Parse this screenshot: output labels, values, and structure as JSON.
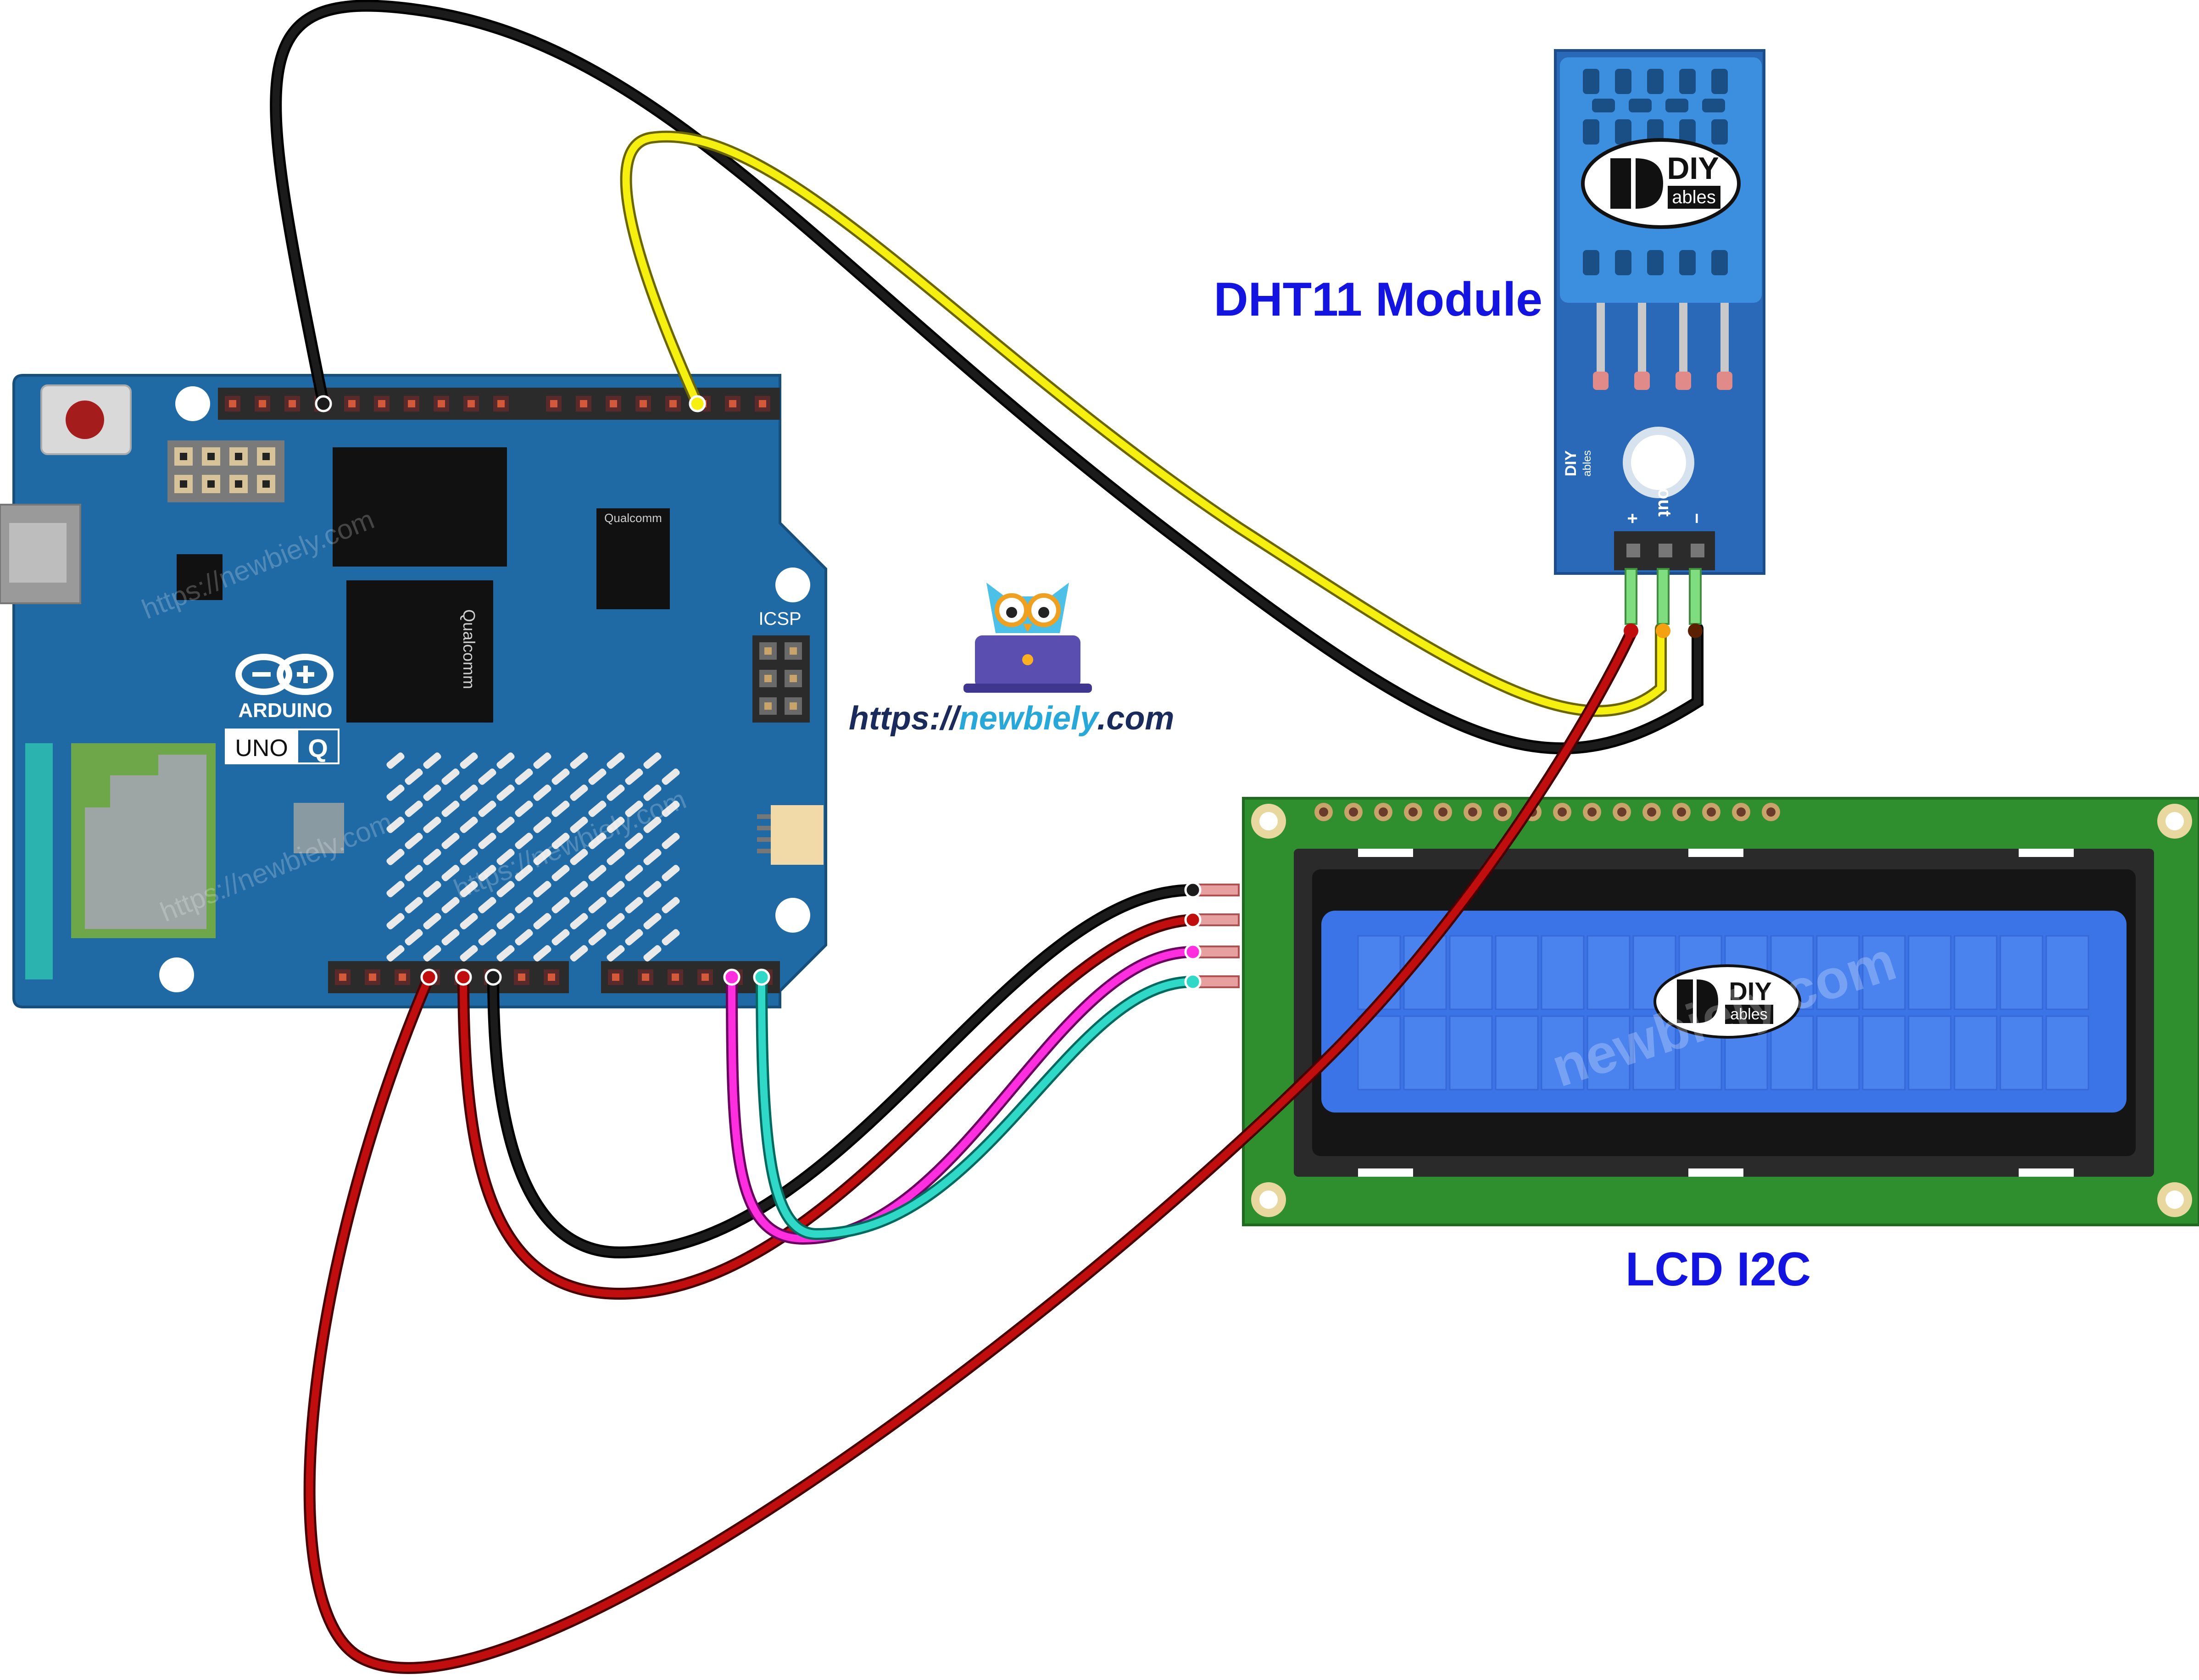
{
  "labels": {
    "dht11": "DHT11 Module",
    "lcd": "LCD I2C",
    "site_prefix": "https://",
    "site_name": "newbiely",
    "site_suffix": ".com"
  },
  "board": {
    "brand": "ARDUINO",
    "model": "UNO",
    "model_badge": "Q",
    "icsp": "ICSP",
    "chip_brand": "Qualcomm"
  },
  "dht_module": {
    "logo_top": "DIY",
    "logo_bottom": "ables",
    "pin_plus": "+",
    "pin_out": "out",
    "pin_minus": "−"
  },
  "lcd_module": {
    "logo_top": "DIY",
    "logo_bottom": "ables"
  },
  "watermarks": {
    "board": "https://newbiely.com",
    "lcd": "newbiely.com"
  },
  "wire_colors": {
    "red": "#c00d0d",
    "black": "#1b1b1b",
    "yellow": "#f5f010",
    "magenta": "#ff2fe0",
    "cyan": "#30d8c8"
  },
  "colors": {
    "label_blue": "#1414e0",
    "board_blue": "#1f6aa5",
    "dht_blue": "#2a68b8",
    "lcd_green": "#2f8f2f",
    "lcd_screen": "#3a74e6"
  }
}
